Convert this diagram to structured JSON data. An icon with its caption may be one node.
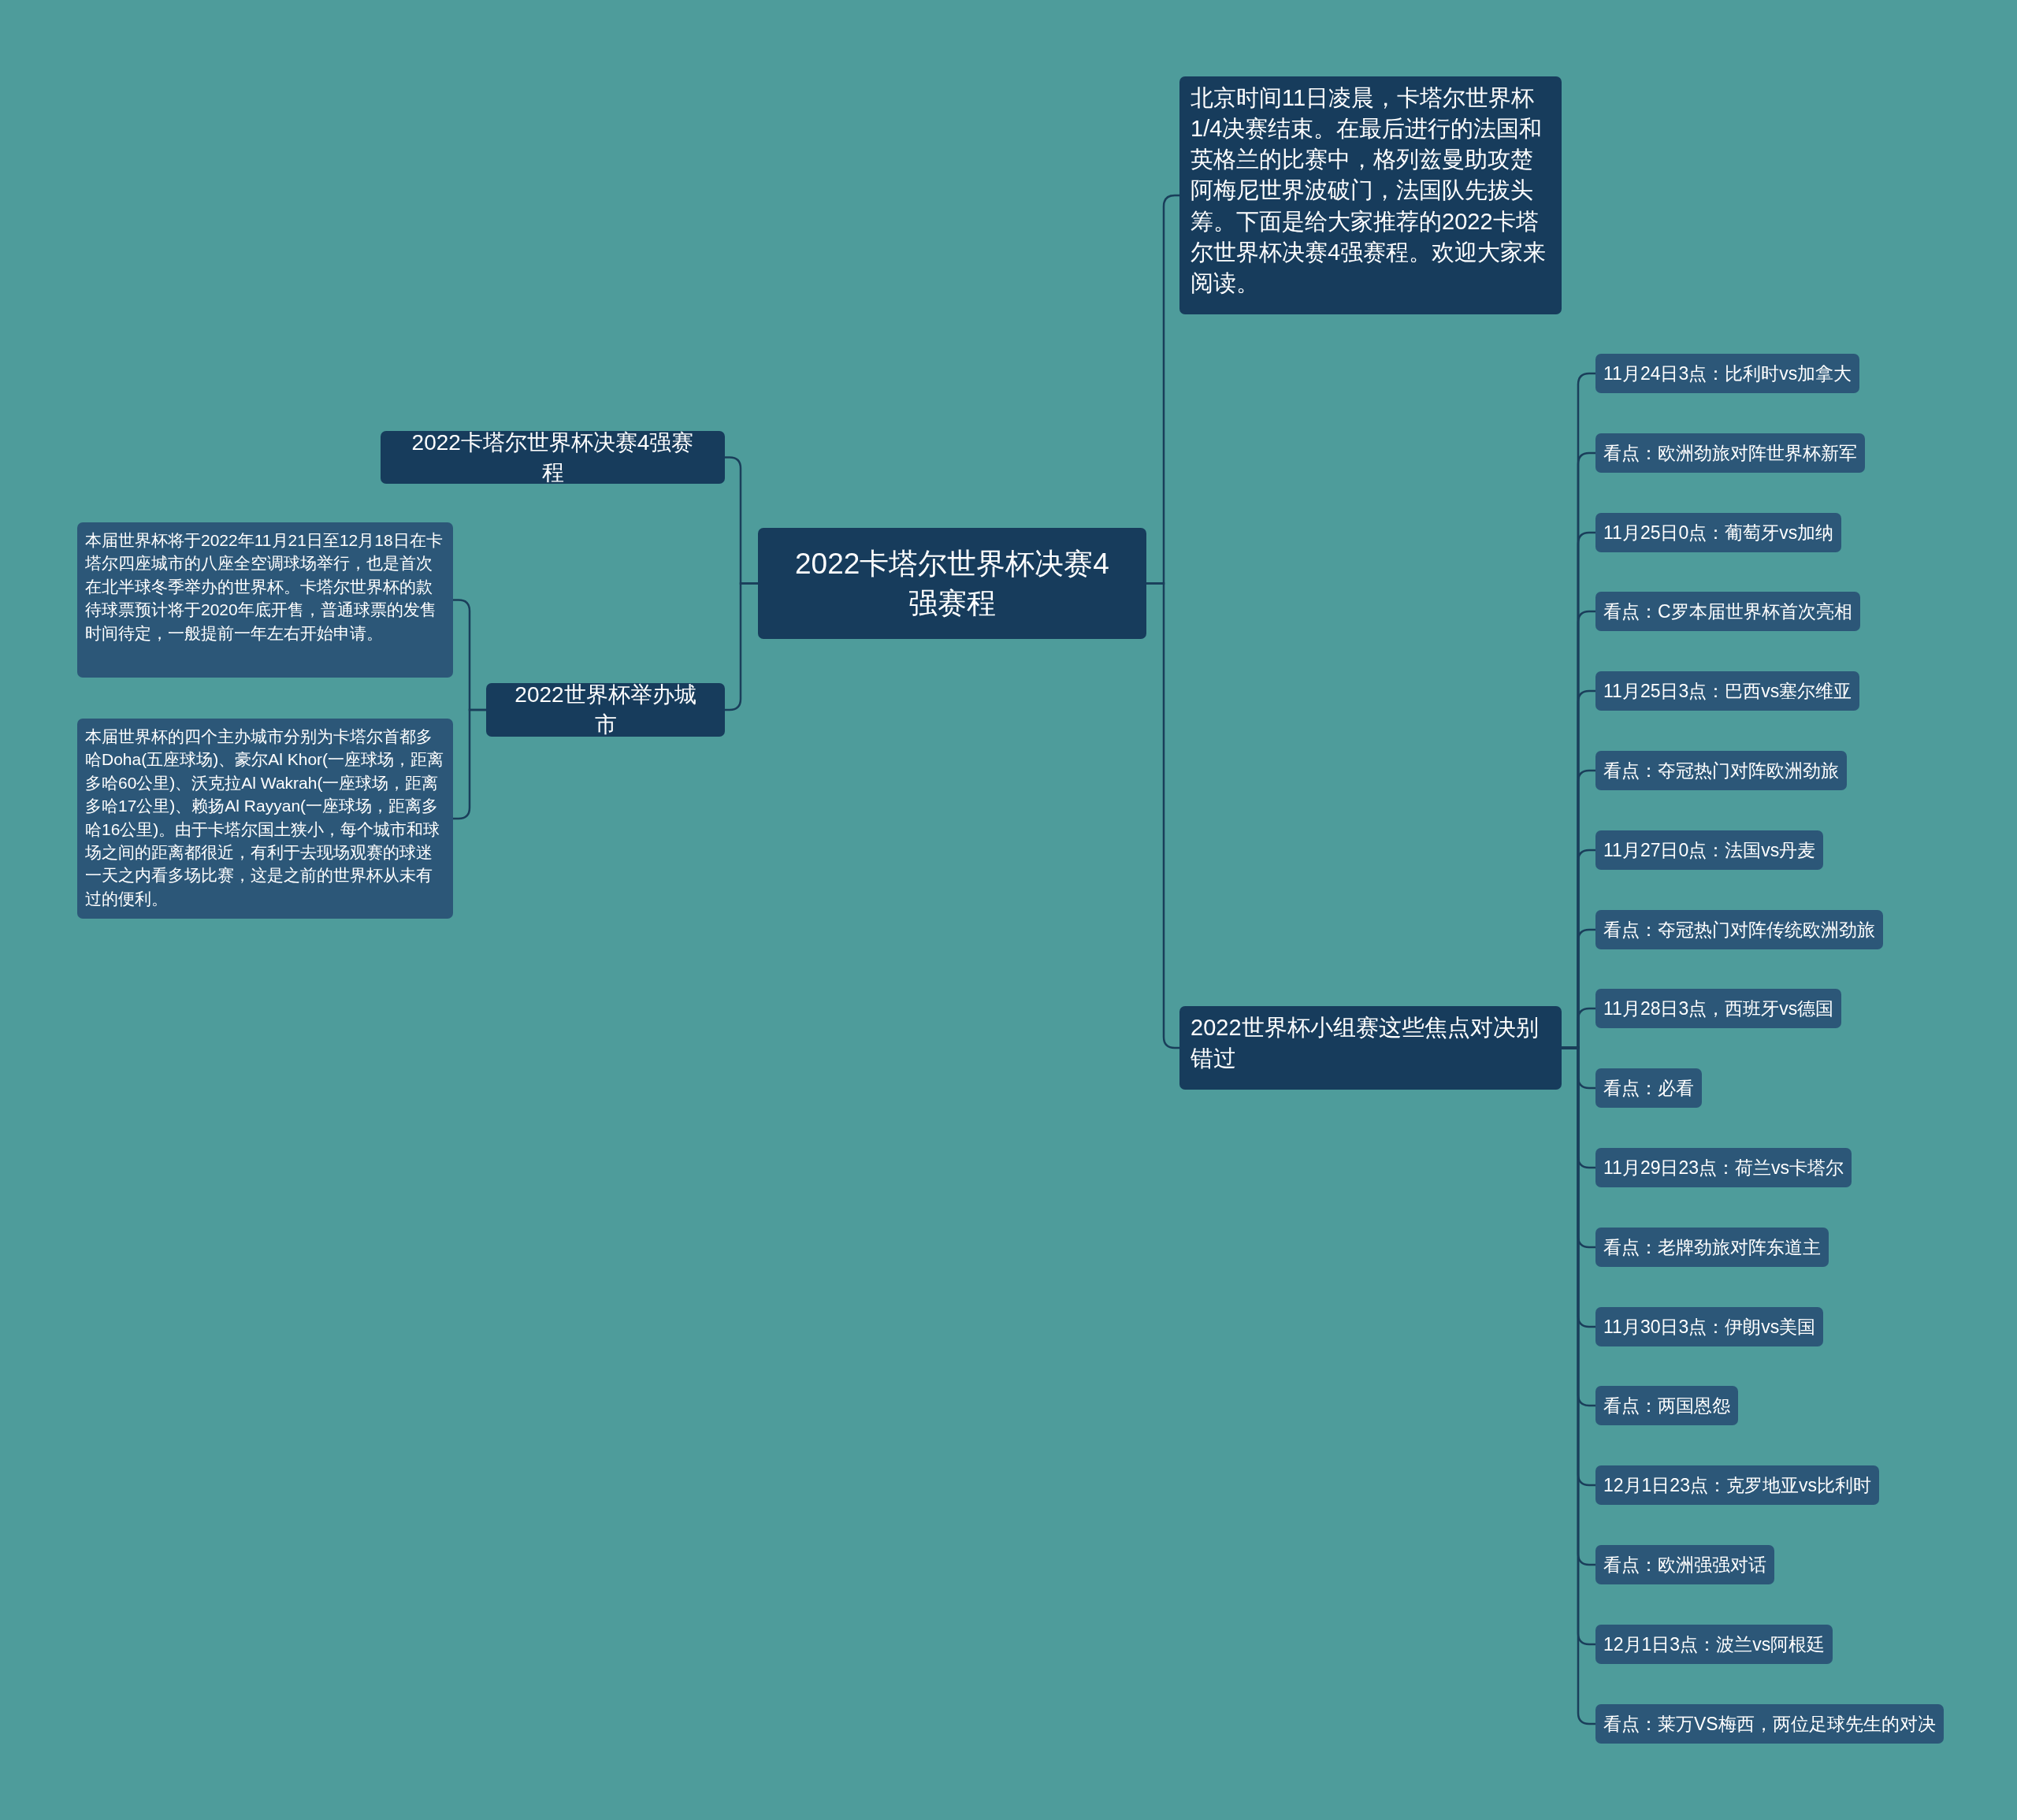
{
  "diagram": {
    "nodes": [
      {
        "text": [
          "2022卡塔尔世界杯决赛4强赛程"
        ]
      },
      {
        "text": [
          "2022卡塔尔世界杯决赛4强赛程"
        ]
      },
      {
        "text": [
          "2022世界杯举办城市"
        ]
      },
      {
        "text": [
          "本届世界杯将于2022年11月21日至12月18日在卡塔尔四座城市的八座全空调球场举行，也是首次在北半球冬季举办的世界杯。卡塔尔世界杯的款待球票预计将于2020年底开售，普通球票的发售时间待定，一般提前一年左右开始申请。"
        ]
      },
      {
        "text": [
          "本届世界杯的四个主办城市分别为卡塔尔首都多哈Doha(五座球场)、豪尔Al Khor(一座球场，距离多哈60公里)、沃克拉Al Wakrah(一座球场，距离多哈17公里)、赖扬Al Rayyan(一座球场，距离多哈16公里)。由于卡塔尔国土狭小，每个城市和球场之间的距离都很近，有利于去现场观赛的球迷一天之内看多场比赛，这是之前的世界杯从未有过的便利。"
        ]
      },
      {
        "text": [
          "北京时间11日凌晨，卡塔尔世界杯1/4决赛结束。在最后进行的法国和英格兰的比赛中，格列兹曼助攻楚阿梅尼世界波破门，法国队先拔头筹。下面是给大家推荐的2022卡塔尔世界杯决赛4强赛程。欢迎大家来阅读。"
        ]
      },
      {
        "text": [
          "2022世界杯小组赛这些焦点对决别错过"
        ]
      },
      {
        "text": [
          "11月24日3点：比利时vs加拿大"
        ]
      },
      {
        "text": [
          "看点：欧洲劲旅对阵世界杯新军"
        ]
      },
      {
        "text": [
          "11月25日0点：葡萄牙vs加纳"
        ]
      },
      {
        "text": [
          "看点：C罗本届世界杯首次亮相"
        ]
      },
      {
        "text": [
          "11月25日3点：巴西vs塞尔维亚"
        ]
      },
      {
        "text": [
          "看点：夺冠热门对阵欧洲劲旅"
        ]
      },
      {
        "text": [
          "11月27日0点：法国vs丹麦"
        ]
      },
      {
        "text": [
          "看点：夺冠热门对阵传统欧洲劲旅"
        ]
      },
      {
        "text": [
          "11月28日3点，西班牙vs德国"
        ]
      },
      {
        "text": [
          "看点：必看"
        ]
      },
      {
        "text": [
          "11月29日23点：荷兰vs卡塔尔"
        ]
      },
      {
        "text": [
          "看点：老牌劲旅对阵东道主"
        ]
      },
      {
        "text": [
          "11月30日3点：伊朗vs美国"
        ]
      },
      {
        "text": [
          "看点：两国恩怨"
        ]
      },
      {
        "text": [
          "12月1日23点：克罗地亚vs比利时"
        ]
      },
      {
        "text": [
          "看点：欧洲强强对话"
        ]
      },
      {
        "text": [
          "12月1日3点：波兰vs阿根廷"
        ]
      },
      {
        "text": [
          "看点：莱万VS梅西，两位足球先生的对决"
        ]
      }
    ],
    "edges": [
      {
        "from": 0,
        "to": 1,
        "arrow": "none"
      },
      {
        "from": 0,
        "to": 2,
        "arrow": "none"
      },
      {
        "from": 2,
        "to": 3,
        "arrow": "none"
      },
      {
        "from": 2,
        "to": 4,
        "arrow": "none"
      },
      {
        "from": 0,
        "to": 5,
        "arrow": "none"
      },
      {
        "from": 0,
        "to": 6,
        "arrow": "none"
      },
      {
        "from": 6,
        "to": 7,
        "arrow": "none"
      },
      {
        "from": 6,
        "to": 8,
        "arrow": "none"
      },
      {
        "from": 6,
        "to": 9,
        "arrow": "none"
      },
      {
        "from": 6,
        "to": 10,
        "arrow": "none"
      },
      {
        "from": 6,
        "to": 11,
        "arrow": "none"
      },
      {
        "from": 6,
        "to": 12,
        "arrow": "none"
      },
      {
        "from": 6,
        "to": 13,
        "arrow": "none"
      },
      {
        "from": 6,
        "to": 14,
        "arrow": "none"
      },
      {
        "from": 6,
        "to": 15,
        "arrow": "none"
      },
      {
        "from": 6,
        "to": 16,
        "arrow": "none"
      },
      {
        "from": 6,
        "to": 17,
        "arrow": "none"
      },
      {
        "from": 6,
        "to": 18,
        "arrow": "none"
      },
      {
        "from": 6,
        "to": 19,
        "arrow": "none"
      },
      {
        "from": 6,
        "to": 20,
        "arrow": "none"
      },
      {
        "from": 6,
        "to": 21,
        "arrow": "none"
      },
      {
        "from": 6,
        "to": 22,
        "arrow": "none"
      },
      {
        "from": 6,
        "to": 23,
        "arrow": "none"
      },
      {
        "from": 6,
        "to": 24,
        "arrow": "none"
      }
    ]
  }
}
